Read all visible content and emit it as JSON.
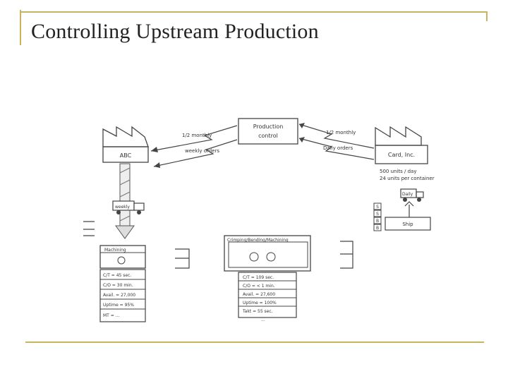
{
  "slide": {
    "title": "Controlling Upstream Production"
  },
  "diagram": {
    "production_control": {
      "line1": "Production",
      "line2": "control"
    },
    "supplier": {
      "name": "ABC"
    },
    "customer": {
      "name": "Card, Inc."
    },
    "flows": {
      "forecast_to_supplier": "1/2 monthly",
      "orders_to_supplier": "weekly orders",
      "forecast_from_customer": "1/2 monthly",
      "orders_from_customer": "Daily orders"
    },
    "customer_requirement": {
      "line1": "500 units / day",
      "line2": "24 units per container"
    },
    "truck_supplier": {
      "label": "weekly"
    },
    "truck_customer": {
      "label": "Daily"
    },
    "shipping": {
      "label": "Ship"
    },
    "machining": {
      "label": "Machining",
      "data": [
        "C/T = 45 sec.",
        "C/O = 30 min.",
        "Avail. = 27,000",
        "Uptime = 95%",
        "MT = ..."
      ]
    },
    "crimping": {
      "label": "Crimping/Bending/Machining",
      "data": [
        "C/T = 109 sec.",
        "C/O = < 1 min.",
        "Avail. = 27,600",
        "Uptime = 100%",
        "Takt = 55 sec.",
        "..."
      ]
    },
    "signal_kanban": [
      "S",
      "S",
      "B",
      "B"
    ]
  }
}
